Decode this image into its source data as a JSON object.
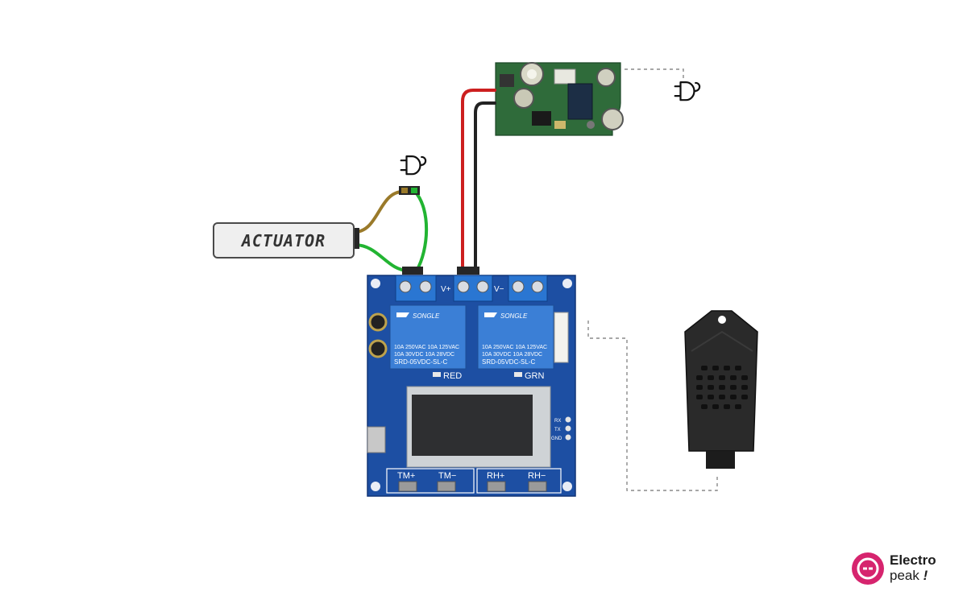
{
  "actuator": {
    "label": "ACTUATOR"
  },
  "board": {
    "terminal_left": "V+",
    "terminal_right": "V−",
    "relay_brand": "SONGLE",
    "relay_specs_line1": "10A 250VAC  10A 125VAC",
    "relay_specs_line2": "10A  30VDC  10A  28VDC",
    "relay_model": "SRD-05VDC-SL-C",
    "led_red": "RED",
    "led_green": "GRN",
    "pin_rx": "RX",
    "pin_tx": "TX",
    "pin_gnd": "GND",
    "btn_tm_plus": "TM+",
    "btn_tm_minus": "TM−",
    "btn_rh_plus": "RH+",
    "btn_rh_minus": "RH−"
  },
  "logo": {
    "line1": "Electro",
    "line2": "peak",
    "mark": "!"
  },
  "colors": {
    "board_blue": "#1d4fa3",
    "terminal_blue": "#2a76d2",
    "relay_blue": "#3b7fd6",
    "psu_green": "#2f6b3a",
    "wire_red": "#cc1f1f",
    "wire_black": "#222222",
    "wire_green": "#22b432",
    "wire_brown": "#9a7a2a",
    "sensor_black": "#2a2a2a",
    "brand_pink": "#d6246e"
  },
  "icons": [
    "plug-icon",
    "plug-icon",
    "electropeak-logo-icon"
  ]
}
